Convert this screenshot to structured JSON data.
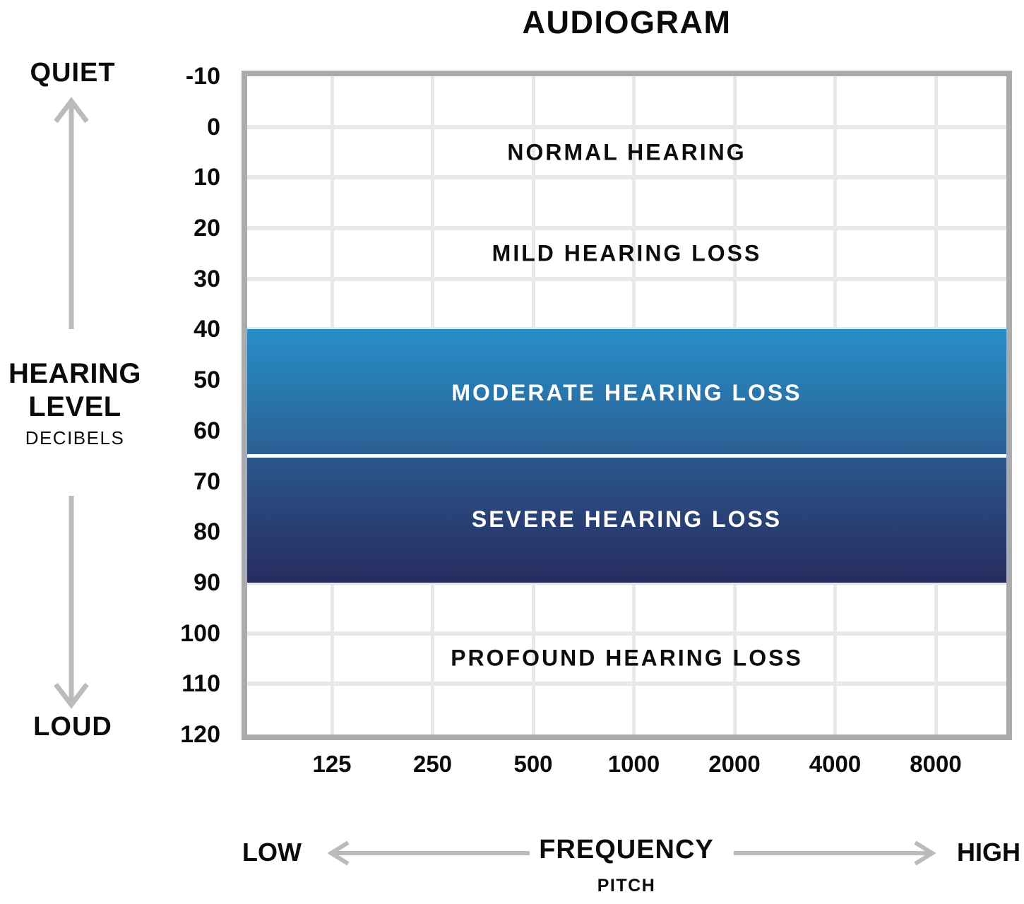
{
  "title": "AUDIOGRAM",
  "y_axis": {
    "quiet": "QUIET",
    "loud": "LOUD",
    "title_line1": "HEARING",
    "title_line2": "LEVEL",
    "subtitle": "DECIBELS"
  },
  "x_axis": {
    "low": "LOW",
    "high": "HIGH",
    "title": "FREQUENCY",
    "subtitle": "PITCH"
  },
  "chart_data": {
    "type": "area",
    "title": "AUDIOGRAM",
    "ylabel": "HEARING LEVEL (DECIBELS)",
    "xlabel": "FREQUENCY (PITCH)",
    "ylim": [
      -10,
      120
    ],
    "y_ticks_db": [
      -10,
      0,
      10,
      20,
      30,
      40,
      50,
      60,
      70,
      80,
      90,
      100,
      110,
      120
    ],
    "x_ticks_hz": [
      "125",
      "250",
      "500",
      "1000",
      "2000",
      "4000",
      "8000"
    ],
    "grid": true,
    "legend": "none",
    "zones": [
      {
        "label": "NORMAL HEARING",
        "db_from": -10,
        "db_to": 20,
        "band": false,
        "label_center_db": 5
      },
      {
        "label": "MILD HEARING LOSS",
        "db_from": 20,
        "db_to": 40,
        "band": false,
        "label_center_db": 25
      },
      {
        "label": "MODERATE HEARING LOSS",
        "db_from": 40,
        "db_to": 65,
        "band": true,
        "colors": [
          "#278fc8",
          "#2b5e92"
        ],
        "text_color": "#ffffff"
      },
      {
        "label": "SEVERE HEARING LOSS",
        "db_from": 65,
        "db_to": 90,
        "band": true,
        "colors": [
          "#2b578b",
          "#272c60"
        ],
        "text_color": "#ffffff"
      },
      {
        "label": "PROFOUND HEARING LOSS",
        "db_from": 90,
        "db_to": 120,
        "band": false,
        "label_center_db": 105
      }
    ],
    "colors": {
      "grid": "#e7e8ea",
      "plot_border": "#a9abae",
      "divider": "#ffffff",
      "arrow": "#b9bbbd",
      "text": "#0b0b0b"
    }
  }
}
